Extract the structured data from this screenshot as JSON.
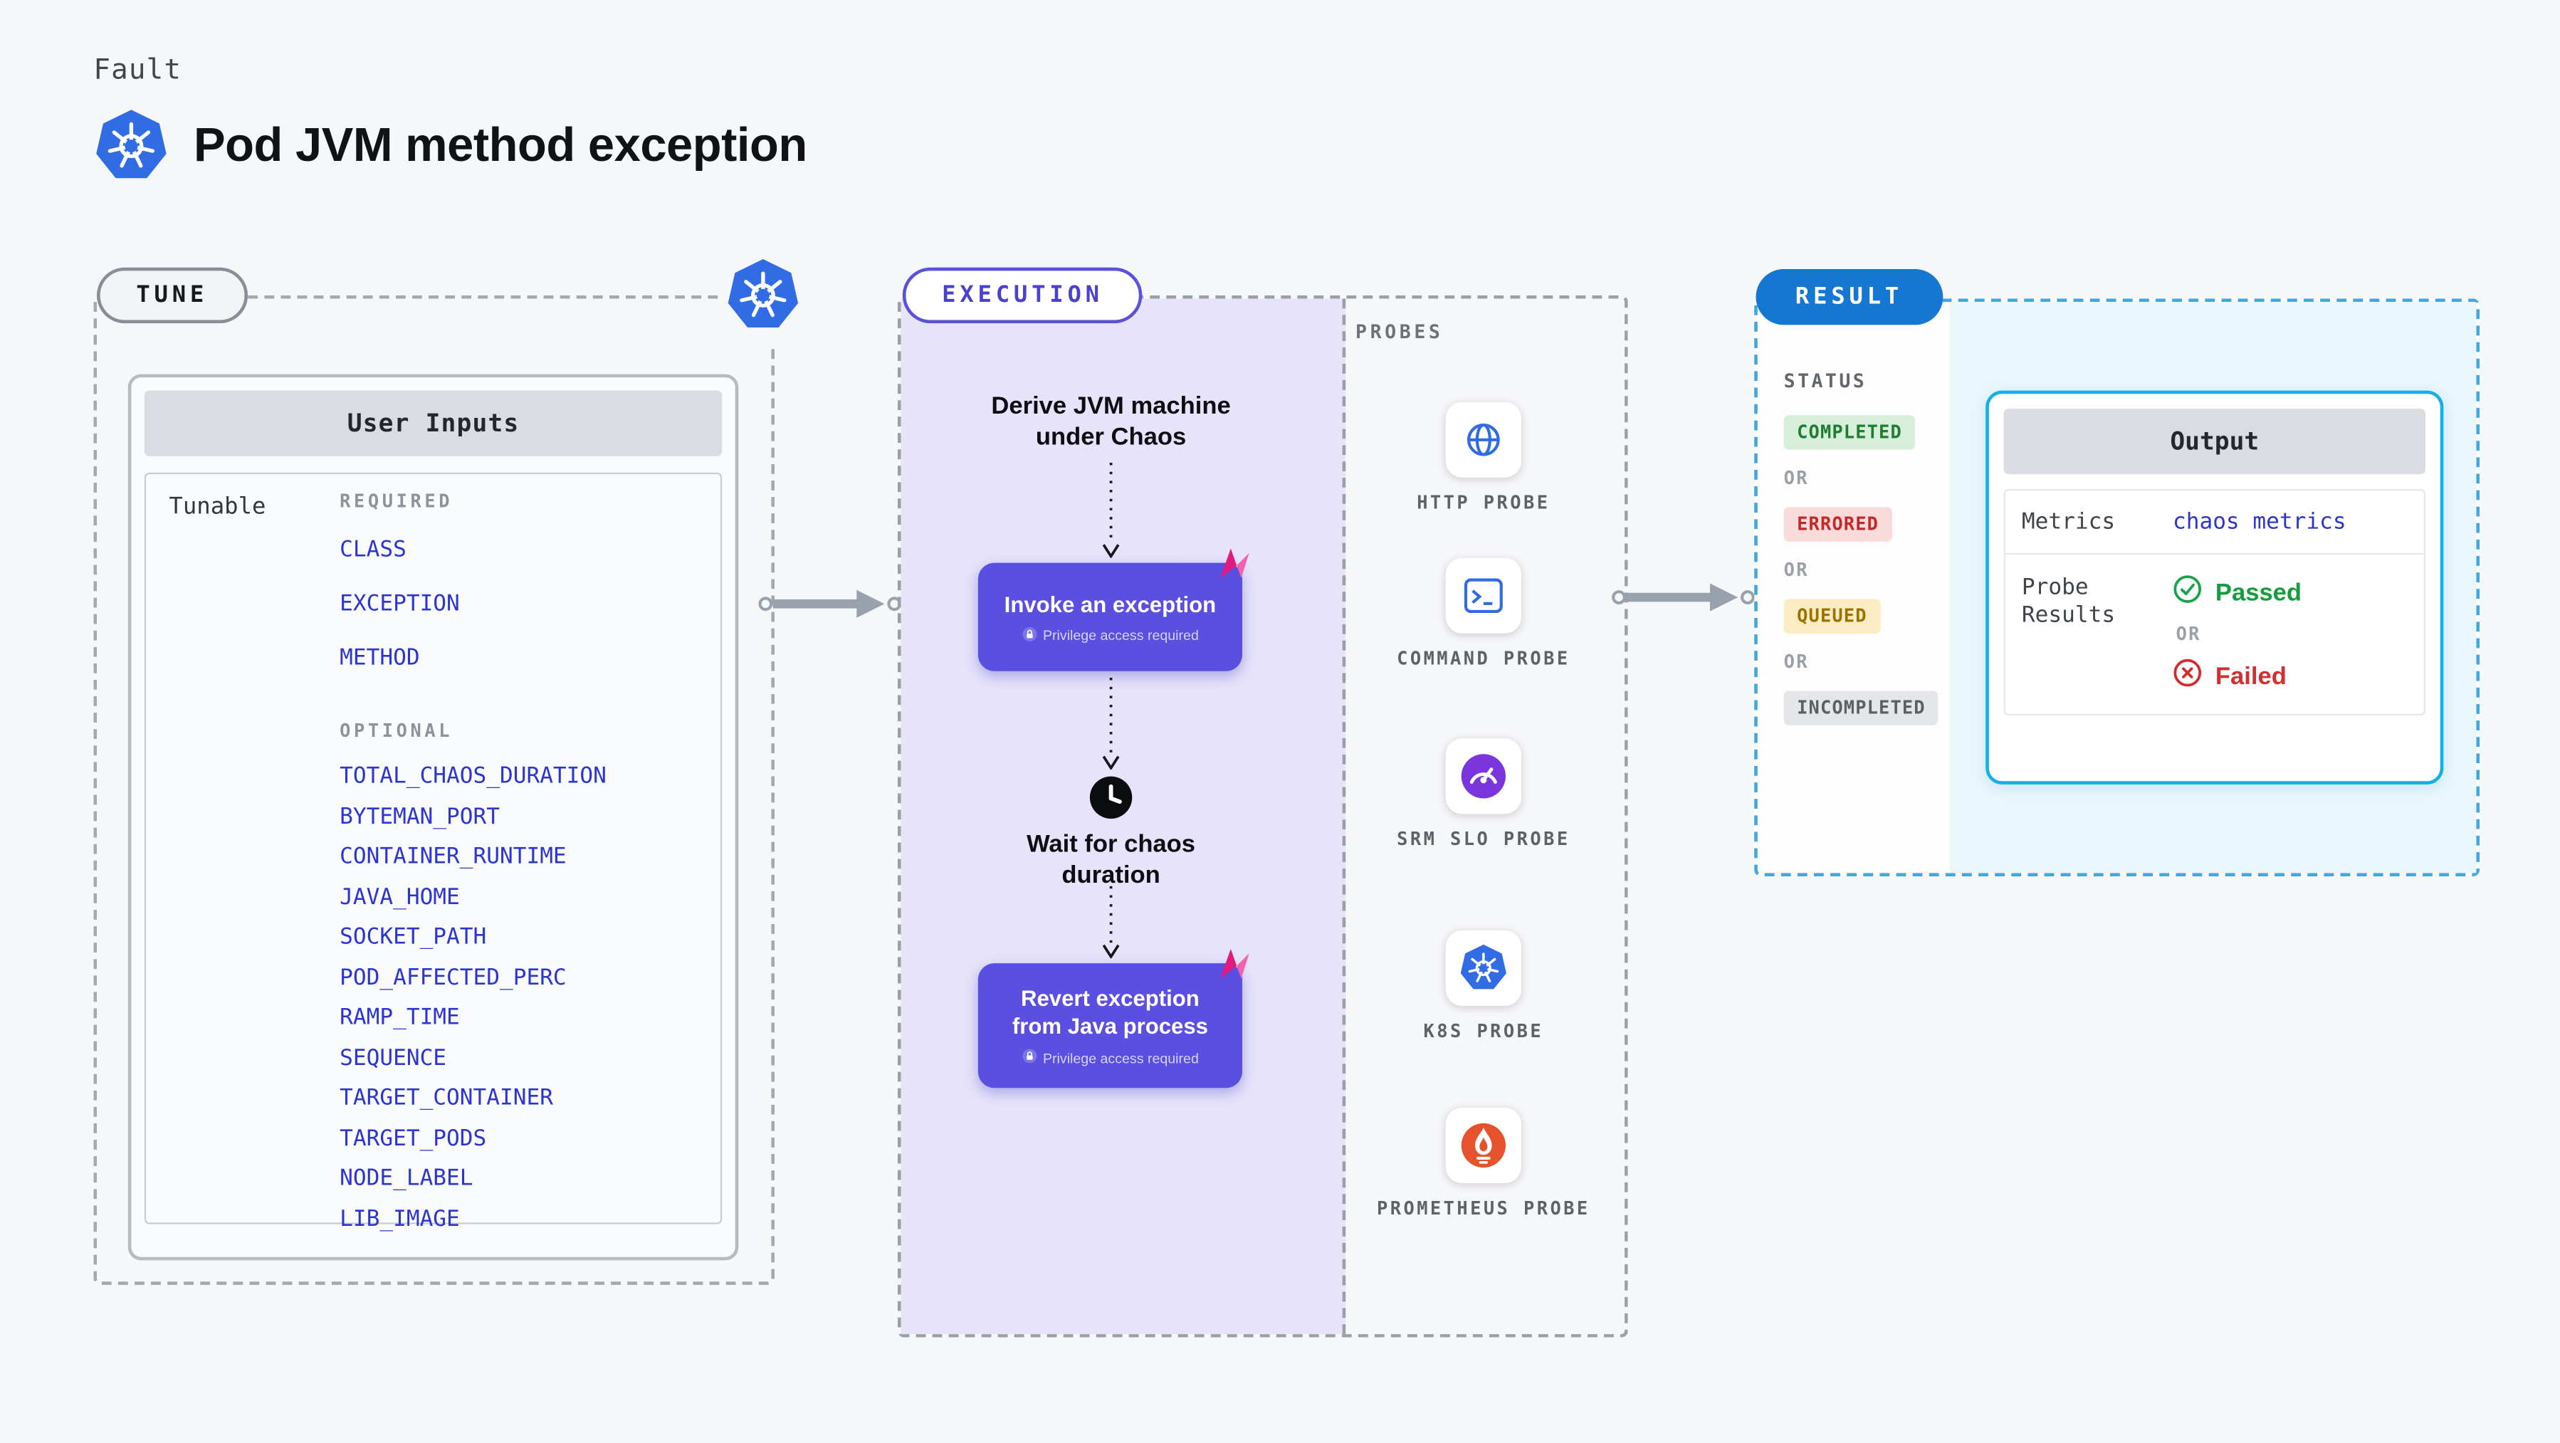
{
  "colors": {
    "page_bg": "#f6f7f9",
    "link_blue": "#2c35cf",
    "k8s_blue": "#326ce5",
    "execution_purple": "#5a4fe0",
    "execution_bg": "#e6e3fb",
    "result_pill_blue": "#1478d2",
    "output_border_cyan": "#15b1e5",
    "status_completed_green": "#1e7d32",
    "status_errored_red": "#c62828",
    "status_queued_yellow": "#9a7200",
    "status_incompleted_gray": "#5b6064",
    "passed_green": "#169c3e",
    "failed_red": "#d22f2f",
    "chaos_pink": "#e3197f"
  },
  "icons": {
    "kubernetes-icon": "blue heptagon with white helm wheel",
    "globe-icon": "blue globe outline",
    "terminal-icon": "blue rounded square with prompt",
    "gauge-icon": "purple circle with white speedometer",
    "flame-icon": "orange circle with white flame",
    "clock-icon": "black circle with white hands",
    "lock-icon": "white padlock",
    "chaos-icon": "pink angular chaos mark",
    "check-circle-icon": "green circled check",
    "x-circle-icon": "red circled x",
    "flow-arrow-icon": "gray arrow with end dots"
  },
  "page": {
    "kicker": "Fault",
    "title": "Pod JVM method exception"
  },
  "tune": {
    "pill": "TUNE",
    "card_title": "User Inputs",
    "row_label": "Tunable",
    "required_label": "REQUIRED",
    "required_items": [
      "CLASS",
      "EXCEPTION",
      "METHOD"
    ],
    "optional_label": "OPTIONAL",
    "optional_items": [
      "TOTAL_CHAOS_DURATION",
      "BYTEMAN_PORT",
      "CONTAINER_RUNTIME",
      "JAVA_HOME",
      "SOCKET_PATH",
      "POD_AFFECTED_PERC",
      "RAMP_TIME",
      "SEQUENCE",
      "TARGET_CONTAINER",
      "TARGET_PODS",
      "NODE_LABEL",
      "LIB_IMAGE"
    ]
  },
  "execution": {
    "pill": "EXECUTION",
    "derive_label": "Derive JVM machine under Chaos",
    "invoke_button": {
      "label": "Invoke an exception",
      "sublabel": "Privilege access required"
    },
    "wait_label": "Wait for chaos duration",
    "revert_button": {
      "label": "Revert exception from Java process",
      "sublabel": "Privilege access required"
    }
  },
  "probes": {
    "heading": "PROBES",
    "items": [
      {
        "name": "HTTP PROBE",
        "icon": "globe-icon"
      },
      {
        "name": "COMMAND PROBE",
        "icon": "terminal-icon"
      },
      {
        "name": "SRM SLO PROBE",
        "icon": "gauge-icon"
      },
      {
        "name": "K8S PROBE",
        "icon": "kubernetes-icon"
      },
      {
        "name": "PROMETHEUS PROBE",
        "icon": "flame-icon"
      }
    ]
  },
  "result": {
    "pill": "RESULT",
    "status_heading": "STATUS",
    "or_label": "OR",
    "statuses": [
      "COMPLETED",
      "ERRORED",
      "QUEUED",
      "INCOMPLETED"
    ],
    "output": {
      "title": "Output",
      "metrics_label": "Metrics",
      "metrics_value": "chaos metrics",
      "probe_results_label": "Probe Results",
      "passed_label": "Passed",
      "failed_label": "Failed"
    }
  }
}
